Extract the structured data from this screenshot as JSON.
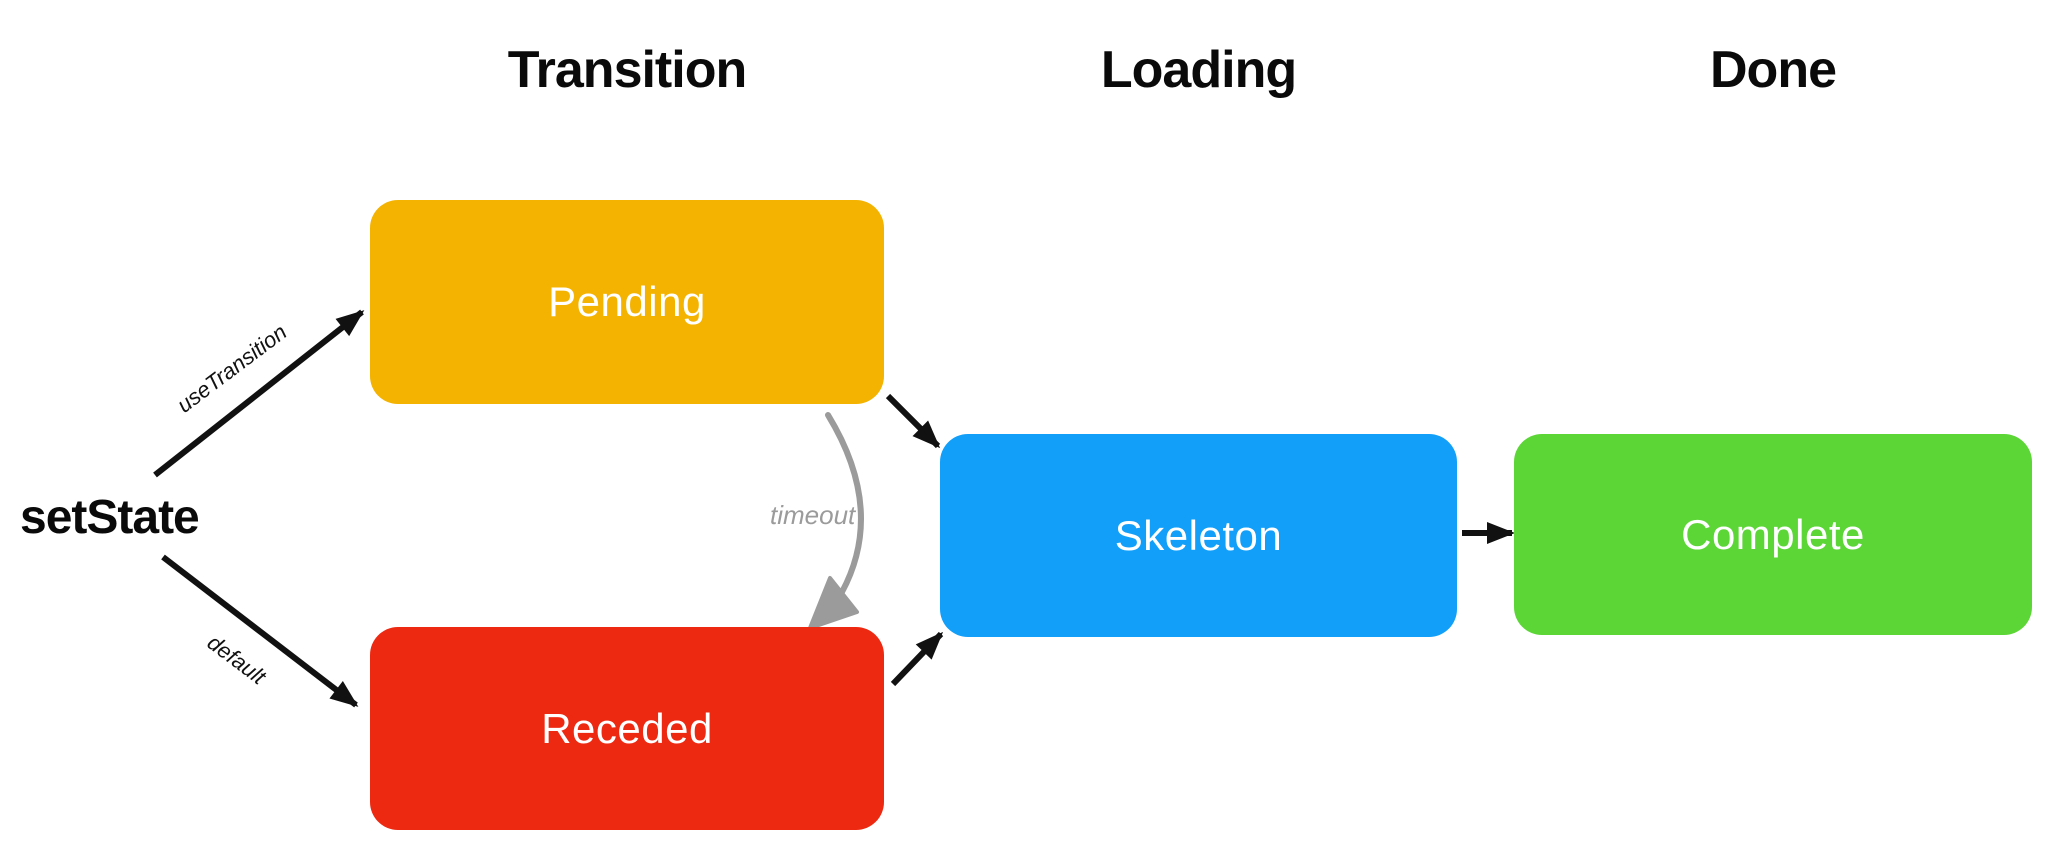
{
  "diagram": {
    "column_headers": [
      {
        "id": "transition",
        "label": "Transition"
      },
      {
        "id": "loading",
        "label": "Loading"
      },
      {
        "id": "done",
        "label": "Done"
      }
    ],
    "source_label": "setState",
    "nodes": [
      {
        "id": "pending",
        "label": "Pending",
        "color": "#F4B301",
        "text_color": "#FFFFFF"
      },
      {
        "id": "receded",
        "label": "Receded",
        "color": "#EE2912",
        "text_color": "#FFFFFF"
      },
      {
        "id": "skeleton",
        "label": "Skeleton",
        "color": "#129FFA",
        "text_color": "#FFFFFF"
      },
      {
        "id": "complete",
        "label": "Complete",
        "color": "#5CD636",
        "text_color": "#FFFFFF"
      }
    ],
    "edges": [
      {
        "id": "usetransition",
        "label": "useTransition",
        "from": "setState",
        "to": "Pending",
        "color": "#111111"
      },
      {
        "id": "default",
        "label": "default",
        "from": "setState",
        "to": "Receded",
        "color": "#111111"
      },
      {
        "id": "pending-to-skeleton",
        "label": "",
        "from": "Pending",
        "to": "Skeleton",
        "color": "#111111"
      },
      {
        "id": "receded-to-skeleton",
        "label": "",
        "from": "Receded",
        "to": "Skeleton",
        "color": "#111111"
      },
      {
        "id": "skeleton-to-complete",
        "label": "",
        "from": "Skeleton",
        "to": "Complete",
        "color": "#111111"
      },
      {
        "id": "timeout",
        "label": "timeout",
        "from": "Pending",
        "to": "Receded",
        "color": "#9B9B9B"
      }
    ]
  }
}
